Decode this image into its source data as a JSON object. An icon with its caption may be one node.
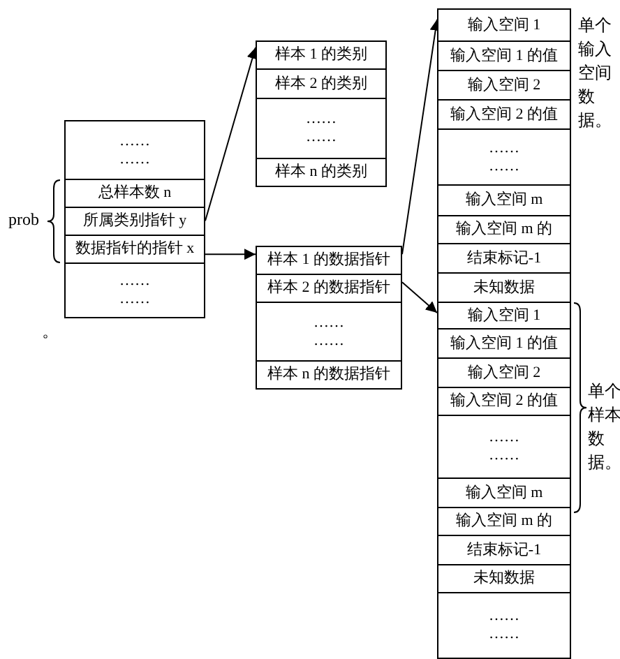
{
  "diagram": {
    "nodes": [
      {
        "text": [
          "……",
          "……"
        ]
      },
      {
        "text": [
          "总样本数 n"
        ]
      },
      {
        "text": [
          "所属类别指针 y"
        ]
      },
      {
        "text": [
          "数据指针的指针 x"
        ]
      },
      {
        "text": [
          "……",
          "……"
        ]
      },
      {
        "text": [
          "样本 1 的类别"
        ]
      },
      {
        "text": [
          "样本 2 的类别"
        ]
      },
      {
        "text": [
          "……",
          "……"
        ]
      },
      {
        "text": [
          "样本 n 的类别"
        ]
      },
      {
        "text": [
          "样本 1 的数据指针"
        ]
      },
      {
        "text": [
          "样本 2 的数据指针"
        ]
      },
      {
        "text": [
          "……",
          "……"
        ]
      },
      {
        "text": [
          "样本 n 的数据指针"
        ]
      },
      {
        "text": [
          "输入空间 1"
        ]
      },
      {
        "text": [
          "输入空间 1 的值"
        ]
      },
      {
        "text": [
          "输入空间 2"
        ]
      },
      {
        "text": [
          "输入空间 2 的值"
        ]
      },
      {
        "text": [
          "……",
          "……"
        ]
      },
      {
        "text": [
          "输入空间 m"
        ]
      },
      {
        "text": [
          "输入空间 m 的"
        ]
      },
      {
        "text": [
          "结束标记-1"
        ]
      },
      {
        "text": [
          "未知数据"
        ]
      },
      {
        "text": [
          "输入空间 1"
        ]
      },
      {
        "text": [
          "输入空间 1 的值"
        ]
      },
      {
        "text": [
          "输入空间 2"
        ]
      },
      {
        "text": [
          "输入空间 2 的值"
        ]
      },
      {
        "text": [
          "……",
          "……"
        ]
      },
      {
        "text": [
          "输入空间 m"
        ]
      },
      {
        "text": [
          "输入空间 m 的"
        ]
      },
      {
        "text": [
          "结束标记-1"
        ]
      },
      {
        "text": [
          "未知数据"
        ]
      },
      {
        "text": [
          "……",
          "……"
        ]
      }
    ],
    "edges": [
      {
        "from": 2,
        "to": 5,
        "arrow": "to"
      },
      {
        "from": 3,
        "to": 9,
        "arrow": "to"
      },
      {
        "from": 9,
        "to": 13,
        "arrow": "to"
      },
      {
        "from": 10,
        "to": 22,
        "arrow": "to"
      }
    ],
    "labels": [
      "单个输入空间数据。",
      "prob",
      "。",
      "单个样本数据。"
    ]
  }
}
